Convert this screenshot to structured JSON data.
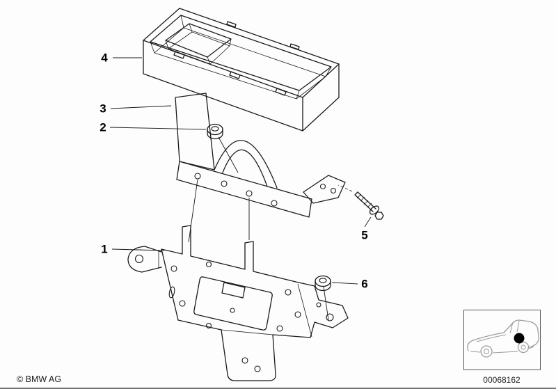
{
  "diagram": {
    "callouts": [
      {
        "label": "1"
      },
      {
        "label": "2"
      },
      {
        "label": "3"
      },
      {
        "label": "4"
      },
      {
        "label": "5"
      },
      {
        "label": "6"
      }
    ],
    "footer": {
      "copyright": "© BMW AG",
      "image_number": "00068162"
    },
    "colors": {
      "line": "#1a1a1a",
      "car_line": "#9b9b9b",
      "location_dot": "#000000",
      "background": "#fdfdfd"
    }
  }
}
